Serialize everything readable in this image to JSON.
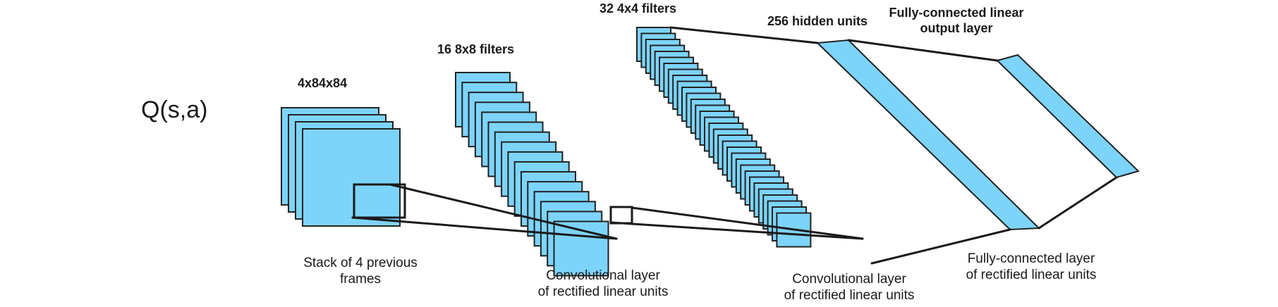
{
  "title": "Q(s,a)",
  "colors": {
    "fill": "#7dd4fb",
    "stroke": "#222222",
    "connector": "#1a1a1a",
    "background": "#ffffff"
  },
  "layers": [
    {
      "id": "input",
      "top_label": "4x84x84",
      "bottom_label": [
        "Stack of 4 previous",
        "frames"
      ],
      "map_count": 4
    },
    {
      "id": "conv1",
      "top_label": "16 8x8 filters",
      "bottom_label": [
        "Convolutional layer",
        "of rectified linear units"
      ],
      "map_count": 16
    },
    {
      "id": "conv2",
      "top_label": "32 4x4 filters",
      "bottom_label": [
        "Convolutional layer",
        "of rectified linear units"
      ],
      "map_count": 32
    },
    {
      "id": "fc1",
      "top_label": "256 hidden units",
      "bottom_label": [
        "Fully-connected layer",
        "of rectified linear units"
      ]
    },
    {
      "id": "output",
      "top_label": [
        "Fully-connected linear",
        "output layer"
      ]
    }
  ]
}
